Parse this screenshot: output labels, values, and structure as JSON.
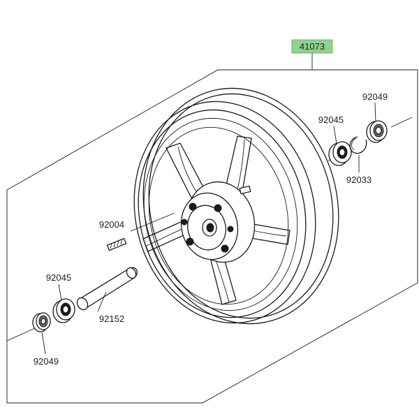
{
  "diagram": {
    "callouts": {
      "wheel_assembly": "41073",
      "valve": "92004",
      "bearing_right": "92045",
      "bearing_left": "92045",
      "seal_right": "92049",
      "seal_left": "92049",
      "circlip": "92033",
      "collar": "92152"
    },
    "colors": {
      "line": "#1a1a1a",
      "text": "#222222",
      "highlight_fill": "#8fd18f",
      "background": "#ffffff"
    },
    "icons": [
      "wheel-rim",
      "bearing",
      "oil-seal",
      "circlip",
      "collar-tube",
      "air-valve"
    ]
  }
}
